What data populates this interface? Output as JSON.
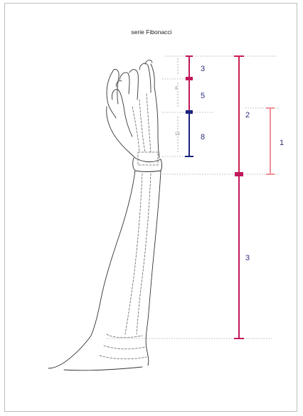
{
  "title": "serie Fibonacci",
  "colors": {
    "magenta": "#c2185b",
    "crimson": "#c8204e",
    "navy": "#1a237e",
    "pink": "#ef8f96",
    "label": "#2c2f7a",
    "sketch": "#333333",
    "guide": "#9a9a9a"
  },
  "measurements": {
    "hand_3": "3",
    "hand_5": "5",
    "hand_8": "8",
    "palm_2": "2",
    "span_1": "1",
    "forearm_3": "3"
  }
}
